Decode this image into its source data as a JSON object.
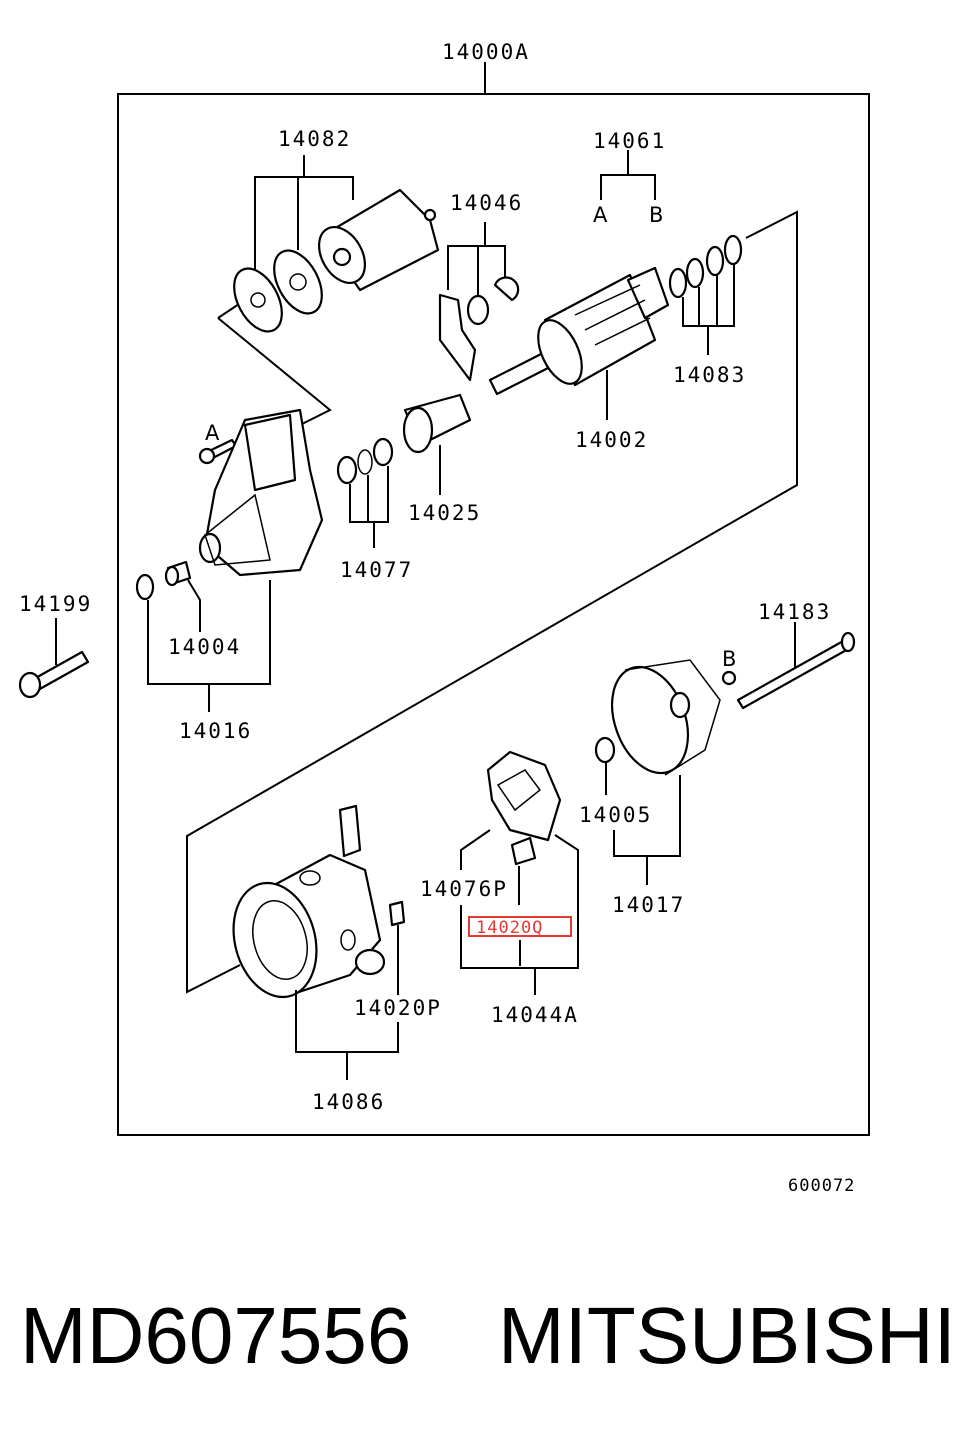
{
  "labels": {
    "assembly": "14000A",
    "solenoid_set": "14082",
    "washer_set": "14061",
    "washer_a": "A",
    "washer_b": "B",
    "lever_set": "14046",
    "shim_set": "14083",
    "armature": "14002",
    "bolt_marker_a": "A",
    "pinion": "14025",
    "stop_ring_set": "14077",
    "bolt": "14199",
    "bushing": "14004",
    "front_bracket": "14016",
    "through_bolt": "14183",
    "marker_b": "B",
    "bearing": "14005",
    "rear_bracket": "14017",
    "brush_holder": "14076P",
    "brush": "14020Q",
    "yoke_brush": "14020P",
    "brush_holder_assy": "14044A",
    "yoke": "14086",
    "code": "600072"
  },
  "highlight": {
    "target": "brush",
    "color": "#e53935"
  },
  "caption": {
    "part_number": "MD607556",
    "brand": "MITSUBISHI"
  }
}
